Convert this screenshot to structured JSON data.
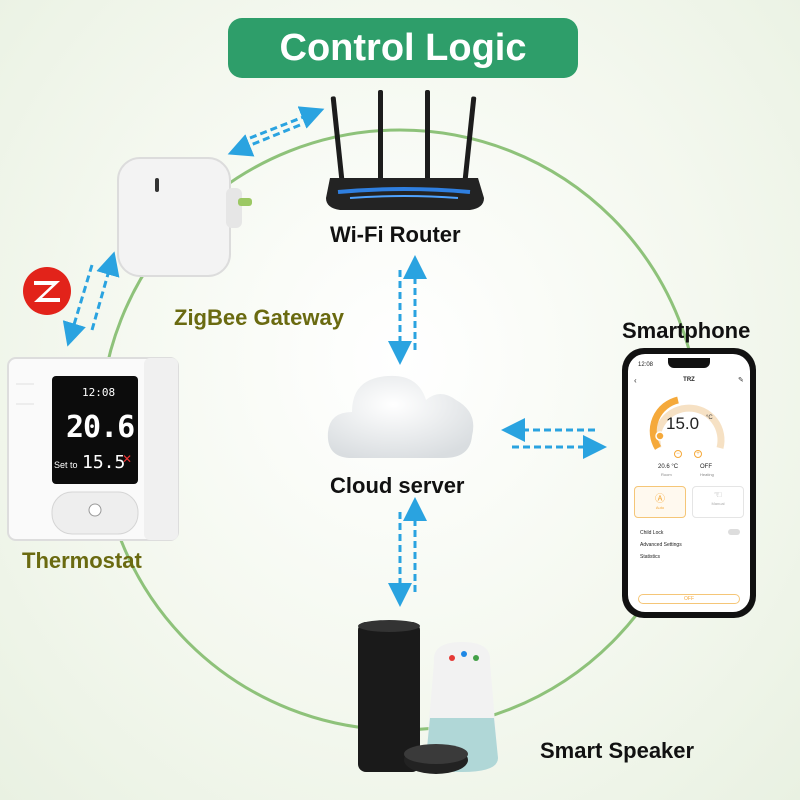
{
  "title": "Control Logic",
  "nodes": {
    "router": "Wi-Fi Router",
    "gateway": "ZigBee Gateway",
    "thermostat": "Thermostat",
    "cloud": "Cloud server",
    "smartphone": "Smartphone",
    "speaker": "Smart Speaker"
  },
  "thermostat_display": {
    "time": "12:08",
    "temperature": "20.6",
    "set_label": "Set to",
    "set_temperature": "15.5"
  },
  "phone_app": {
    "status_time": "12:08",
    "header": "TRZ",
    "target_temp": "15.0",
    "temp_unit": "°C",
    "room_temp": "20.6 °C",
    "room_label": "Room",
    "heating_value": "OFF",
    "heating_label": "Heating",
    "mode_auto": "Auto",
    "mode_manual": "Manual",
    "menu": [
      "Child Lock",
      "Advanced Settings",
      "Statistics"
    ],
    "off_button": "OFF"
  },
  "colors": {
    "banner": "#2e9e6a",
    "circle": "#8ec27a",
    "arrows": "#2aa3e0",
    "zigbee": "#e2231a"
  },
  "icons": [
    "zigbee-logo-icon"
  ]
}
